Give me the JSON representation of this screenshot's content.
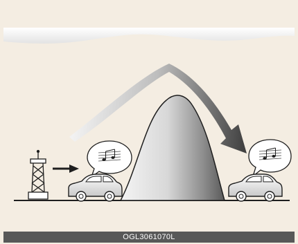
{
  "figure": {
    "caption_code": "OGL3061070L",
    "colors": {
      "background": "#f4ede2",
      "caption_bar": "#585858",
      "caption_text": "#ffffff",
      "outline": "#222222"
    },
    "elements": [
      "broadcast-tower-icon",
      "signal-arrow",
      "car-icon",
      "music-bubble-icon",
      "mountain",
      "curved-broadcast-arrow"
    ]
  }
}
